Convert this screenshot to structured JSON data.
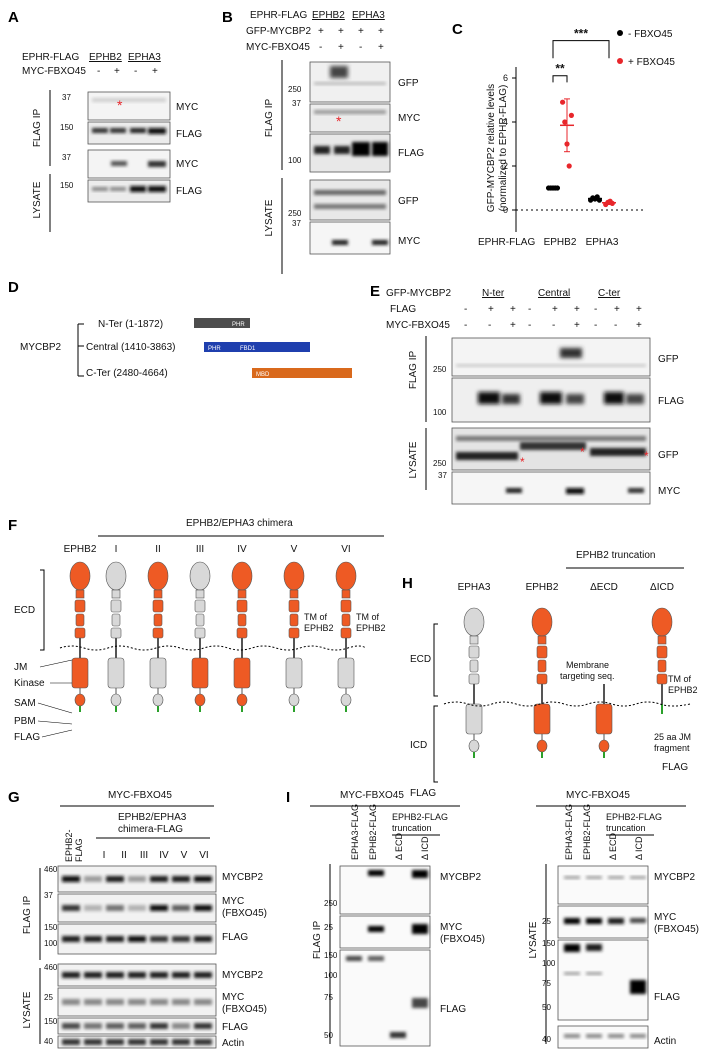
{
  "panels": [
    "A",
    "B",
    "C",
    "D",
    "E",
    "F",
    "G",
    "H",
    "I"
  ],
  "common": {
    "ephr_flag": "EPHR-FLAG",
    "myc_fbxo45": "MYC-FBXO45",
    "gfp_mycbp2": "GFP-MYCBP2",
    "ephb2": "EPHB2",
    "epha3": "EPHA3",
    "flag_ip": "FLAG IP",
    "lysate": "LYSATE",
    "myc": "MYC",
    "flag": "FLAG",
    "gfp": "GFP",
    "mycbp2": "MYCBP2",
    "actin": "Actin",
    "myc_fbxo45_bracket": "(FBXO45)",
    "myc_label": "MYC",
    "plus": "+",
    "minus": "-",
    "star": "*"
  },
  "panel_a": {
    "mw": [
      "37",
      "150",
      "37",
      "150"
    ]
  },
  "panel_b": {
    "mw": [
      "250",
      "37",
      "100",
      "250",
      "37"
    ]
  },
  "panel_c": {
    "ylabel_line1": "GFP-MYCBP2 relative levels",
    "ylabel_line2": "(normalized to EPHR-FLAG)",
    "legend": [
      "- FBXO45",
      "+ FBXO45"
    ],
    "sig": [
      "**",
      "***"
    ],
    "xlabel": "EPHR-FLAG",
    "chart_data": {
      "type": "scatter",
      "title": "",
      "xlabel": "EPHR-FLAG",
      "ylabel": "GFP-MYCBP2 relative levels (normalized to EPHR-FLAG)",
      "categories": [
        "EPHB2",
        "EPHA3"
      ],
      "ylim": [
        -1,
        7
      ],
      "yticks": [
        0,
        2,
        4,
        6
      ],
      "series": [
        {
          "name": "- FBXO45",
          "color": "#000000",
          "points": {
            "EPHB2": [
              1.0,
              1.0,
              1.0,
              1.0,
              1.0
            ],
            "EPHA3": [
              0.45,
              0.55,
              0.5,
              0.6,
              0.45
            ]
          },
          "mean": {
            "EPHB2": 1.0,
            "EPHA3": 0.52
          }
        },
        {
          "name": "+ FBXO45",
          "color": "#e8262b",
          "points": {
            "EPHB2": [
              4.9,
              4.0,
              3.0,
              2.0,
              4.3
            ],
            "EPHA3": [
              0.25,
              0.35,
              0.4,
              0.3
            ]
          },
          "mean": {
            "EPHB2": 3.85,
            "EPHA3": 0.33
          },
          "sd": {
            "EPHB2": 1.2,
            "EPHA3": 0.08
          }
        }
      ]
    }
  },
  "panel_d": {
    "protein": "MYCBP2",
    "rows": [
      {
        "label": "N-Ter (1-1872)",
        "bar_label": "PHR",
        "color": "#4d4d4d"
      },
      {
        "label": "Central (1410-3863)",
        "bar_label": "PHR",
        "bar_label2": "FBD1",
        "color": "#1f3fae"
      },
      {
        "label": "C-Ter (2480-4664)",
        "bar_label": "MBD",
        "color": "#d9691c"
      }
    ]
  },
  "panel_e": {
    "groups": [
      "N-ter",
      "Central",
      "C-ter"
    ],
    "mw": [
      "250",
      "100",
      "250",
      "37"
    ]
  },
  "panel_f": {
    "title": "EPHB2/EPHA3 chimera",
    "columns": [
      "EPHB2",
      "I",
      "II",
      "III",
      "IV",
      "V",
      "VI"
    ],
    "tm_label": [
      "TM of",
      "EPHB2"
    ],
    "domains": [
      "ECD",
      "JM",
      "Kinase",
      "SAM",
      "PBM",
      "FLAG"
    ]
  },
  "panel_h": {
    "title": "EPHB2 truncation",
    "columns": [
      "EPHA3",
      "EPHB2",
      "ΔECD",
      "ΔICD"
    ],
    "ecd": "ECD",
    "icd": "ICD",
    "flag": "FLAG",
    "membrane": [
      "Membrane",
      "targeting seq."
    ],
    "tm": [
      "TM of",
      "EPHB2"
    ],
    "jm": [
      "25 aa JM",
      "fragment"
    ]
  },
  "panel_g": {
    "lanes_title": [
      "EPHB2/EPHA3",
      "chimera-FLAG"
    ],
    "first_lane": [
      "EPHB2-",
      "FLAG"
    ],
    "lanes": [
      "I",
      "II",
      "III",
      "IV",
      "V",
      "VI"
    ],
    "mw": [
      "460",
      "37",
      "150",
      "100",
      "460",
      "25",
      "150",
      "40"
    ]
  },
  "panel_i": {
    "lanes": [
      "EPHA3-FLAG",
      "EPHB2-FLAG"
    ],
    "trunc": [
      "EPHB2-FLAG",
      "truncation"
    ],
    "trunc_lanes": [
      "Δ ECD",
      "Δ ICD"
    ],
    "mw_ip": [
      "250",
      "25",
      "150",
      "100",
      "75",
      "50"
    ],
    "mw_ly": [
      "25",
      "150",
      "100",
      "75",
      "50",
      "40"
    ]
  }
}
